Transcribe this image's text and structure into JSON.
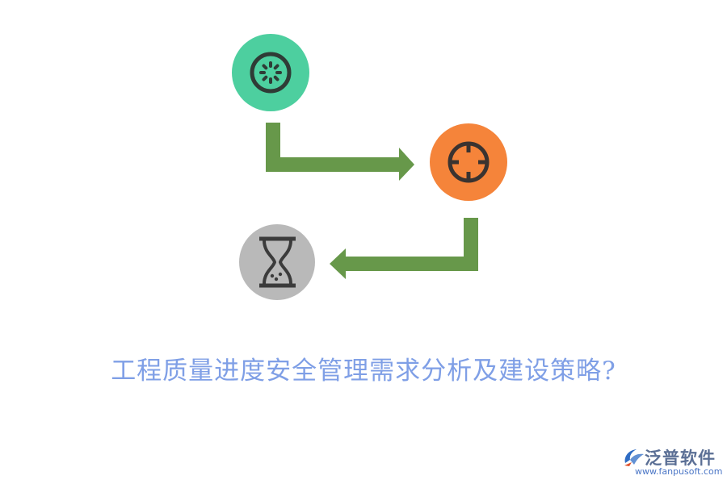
{
  "title": "工程质量进度安全管理需求分析及建设策略?",
  "nodes": [
    {
      "id": "node-1",
      "icon": "loading-spinner-icon",
      "fill": "#4dcf9f",
      "stroke": "#2f3b36"
    },
    {
      "id": "node-2",
      "icon": "target-crosshair-icon",
      "fill": "#f5843a",
      "stroke": "#3a3330"
    },
    {
      "id": "node-3",
      "icon": "hourglass-icon",
      "fill": "#b9b9b9",
      "stroke": "#3b3b3b"
    }
  ],
  "arrows": [
    {
      "from": "node-1",
      "to": "node-2",
      "color": "#67984a"
    },
    {
      "from": "node-2",
      "to": "node-3",
      "color": "#67984a"
    }
  ],
  "logo": {
    "name": "泛普软件",
    "url": "www.fanpusoft.com",
    "mark_color": "#2f6cc4",
    "accent_color": "#e0522c"
  }
}
